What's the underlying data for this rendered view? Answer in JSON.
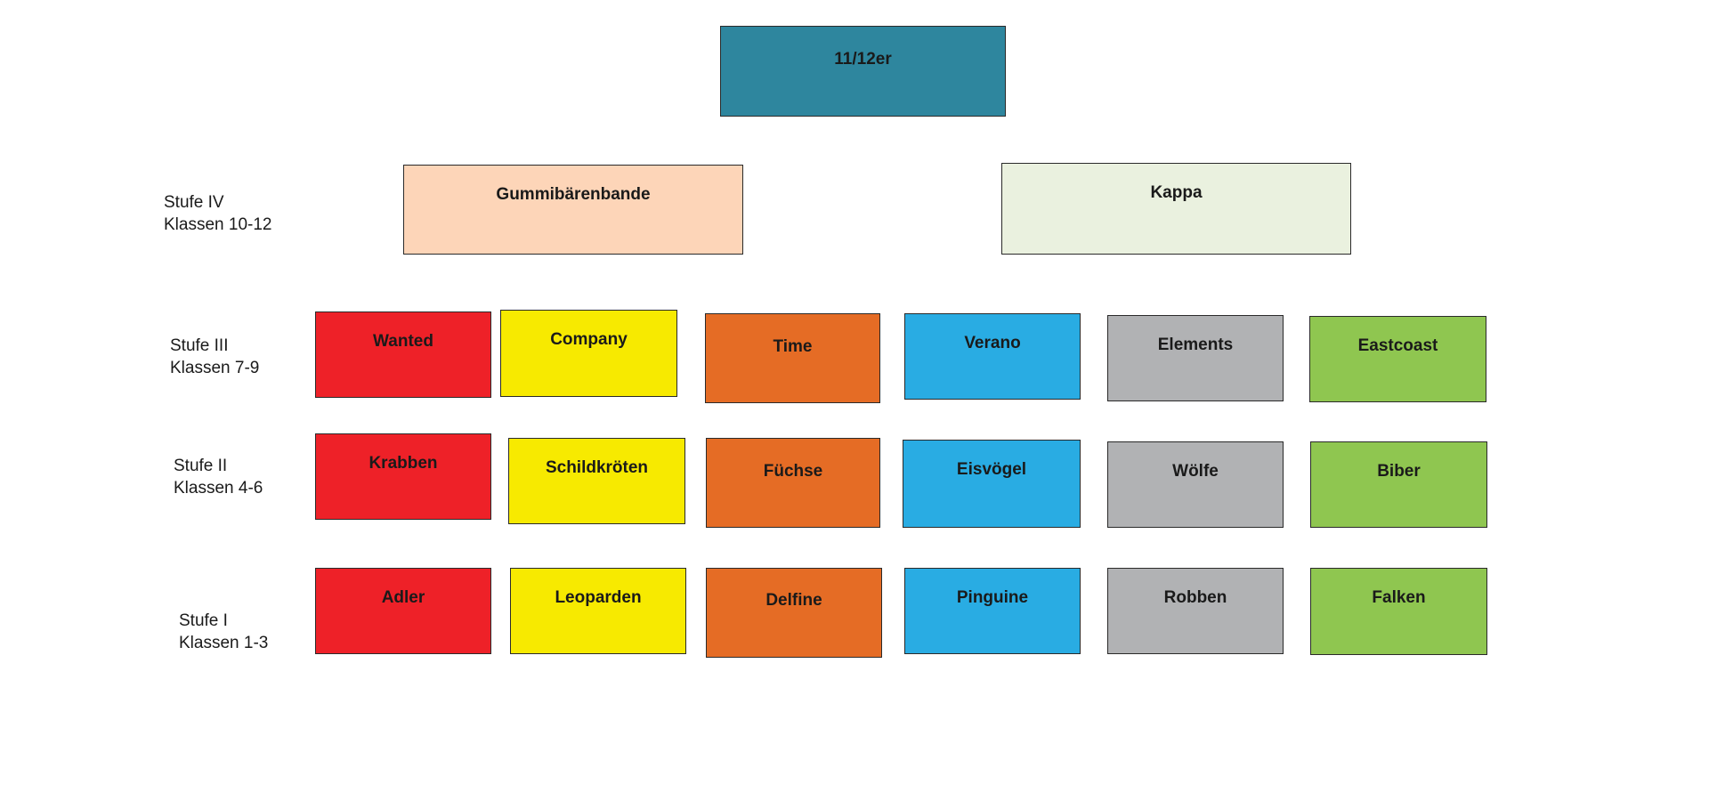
{
  "colors": {
    "top": "#2e869e",
    "gummi": "#fdd5b8",
    "kappa": "#eaf1df",
    "red": "#ee2128",
    "yellow": "#f7ea00",
    "orange": "#e56c25",
    "blue": "#29ace3",
    "gray": "#b1b2b4",
    "green": "#8fc650"
  },
  "top": {
    "label": "11/12er"
  },
  "stages": [
    {
      "line1": "Stufe IV",
      "line2": "Klassen 10-12"
    },
    {
      "line1": "Stufe III",
      "line2": "Klassen 7-9"
    },
    {
      "line1": "Stufe II",
      "line2": "Klassen 4-6"
    },
    {
      "line1": "Stufe I",
      "line2": "Klassen 1-3"
    }
  ],
  "stufe4": [
    "Gummibärenbande",
    "Kappa"
  ],
  "stufe3": [
    "Wanted",
    "Company",
    "Time",
    "Verano",
    "Elements",
    "Eastcoast"
  ],
  "stufe2": [
    "Krabben",
    "Schildkröten",
    "Füchse",
    "Eisvögel",
    "Wölfe",
    "Biber"
  ],
  "stufe1": [
    "Adler",
    "Leoparden",
    "Delfine",
    "Pinguine",
    "Robben",
    "Falken"
  ]
}
